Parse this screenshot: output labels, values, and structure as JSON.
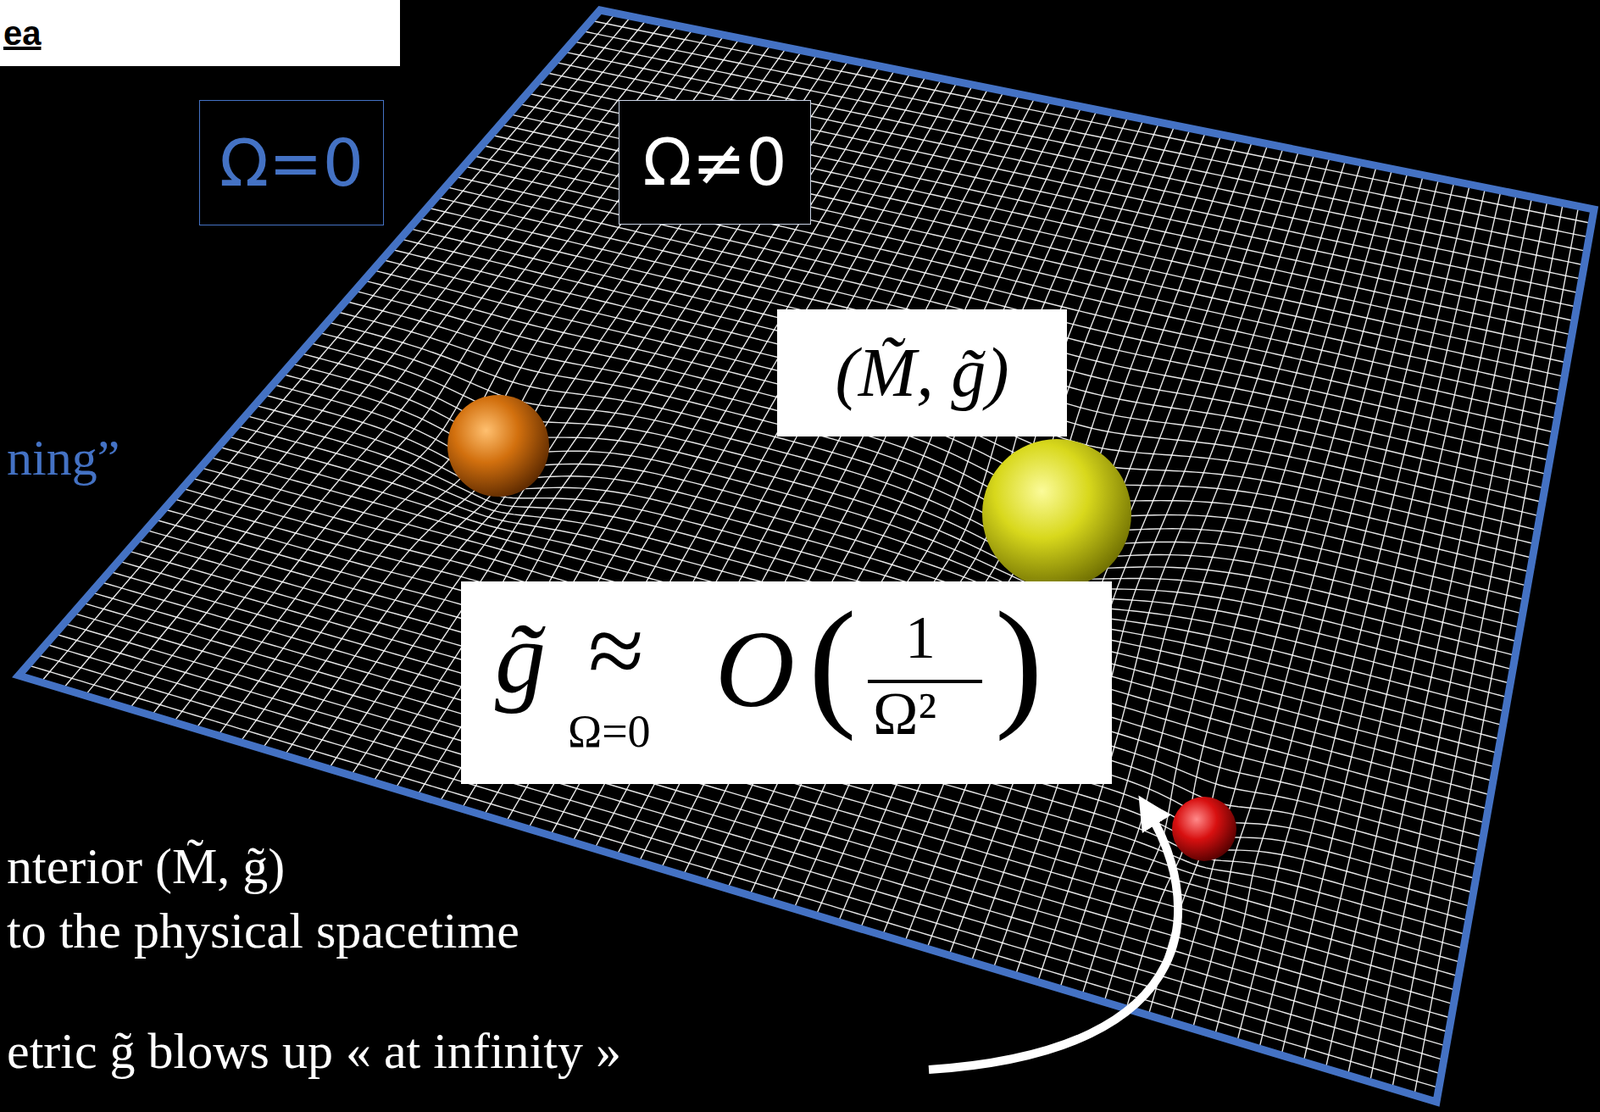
{
  "diagram": {
    "nodes": [
      {
        "text": [
          "ea"
        ]
      },
      {
        "text": [
          "Ω=0"
        ]
      },
      {
        "text": [
          "Ω≠0"
        ]
      },
      {
        "text": [
          "(M̃, g̃)"
        ]
      },
      {
        "text": [
          "g̃",
          "≈",
          "Ω=0",
          "O",
          "(",
          "1",
          "Ω²",
          ")"
        ]
      }
    ],
    "labels": [
      "ning”",
      "nterior (M̃, g̃)",
      "to the physical spacetime",
      "etric g̃ blows up « at infinity »"
    ]
  }
}
